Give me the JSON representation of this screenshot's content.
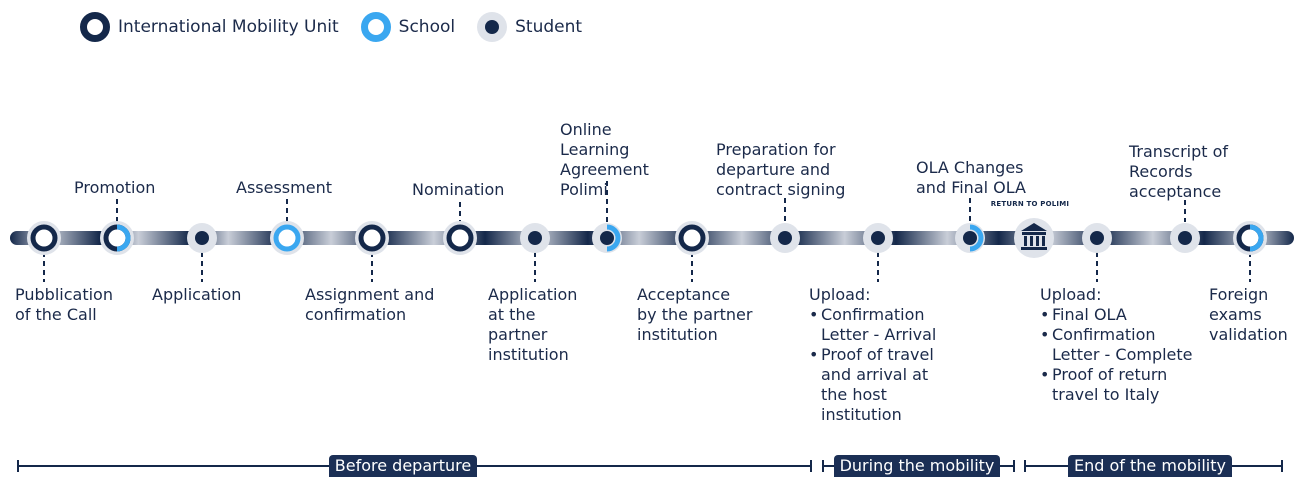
{
  "legend": [
    {
      "label": "International Mobility Unit",
      "icon": "imu-ring-icon",
      "color": "#14284a"
    },
    {
      "label": "School",
      "icon": "school-ring-icon",
      "color": "#3aa7f0"
    },
    {
      "label": "Student",
      "icon": "student-dot-icon",
      "color": "#14284a"
    }
  ],
  "top_labels": {
    "promotion": "Promotion",
    "assessment": "Assessment",
    "nomination": "Nomination",
    "ola": [
      "Online",
      "Learning",
      "Agreement",
      "Polimi"
    ],
    "preparation": [
      "Preparation for",
      "departure and",
      "contract signing"
    ],
    "ola_changes": [
      "OLA Changes",
      "and Final OLA"
    ],
    "transcript": [
      "Transcript of",
      "Records",
      "acceptance"
    ]
  },
  "bottom_labels": {
    "pubblication": [
      "Pubblication",
      "of the Call"
    ],
    "application": "Application",
    "assignment": [
      "Assignment and",
      "confirmation"
    ],
    "application_partner": [
      "Application",
      "at the",
      "partner",
      "institution"
    ],
    "acceptance": [
      "Acceptance",
      "by the partner",
      "institution"
    ],
    "upload1_title": "Upload:",
    "upload1_items": [
      "Confirmation",
      "Letter - Arrival",
      "Proof of travel",
      "and arrival at",
      "the host",
      "institution"
    ],
    "upload2_title": "Upload:",
    "upload2_items": [
      "Final OLA",
      "Confirmation",
      "Letter - Complete",
      "Proof of return",
      "travel to Italy"
    ],
    "foreign": [
      "Foreign",
      "exams",
      "validation"
    ]
  },
  "return_label": "RETURN TO POLIMI",
  "phases": {
    "before": "Before departure",
    "during": "During the mobility",
    "end": "End of the mobility"
  },
  "colors": {
    "navy": "#14284a",
    "blue": "#3aa7f0",
    "grey": "#dfe3ea"
  }
}
